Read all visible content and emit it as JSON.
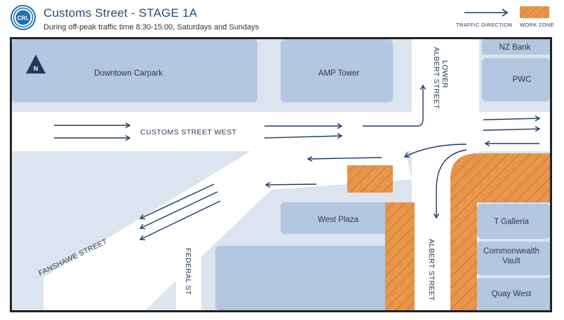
{
  "header": {
    "title": "Customs Street - STAGE 1A",
    "subtitle": "During off-peak traffic time 8:30-15:00, Saturdays and Sundays",
    "logo_text": "CRL",
    "legend": {
      "traffic_direction_label": "TRAFFIC DIRECTION",
      "work_zone_label": "WORK ZONE"
    }
  },
  "map": {
    "compass": "N",
    "buildings": {
      "downtown_carpark": "Downtown Carpark",
      "amp_tower": "AMP Tower",
      "nz_bank": "NZ Bank",
      "pwc": "PWC",
      "west_plaza": "West Plaza",
      "t_galleria": "T Galleria",
      "commonwealth_vault_line1": "Commonwealth",
      "commonwealth_vault_line2": "Vault",
      "quay_west": "Quay West"
    },
    "streets": {
      "customs_street_west": "CUSTOMS STREET WEST",
      "lower_albert_line1": "LOWER",
      "lower_albert_line2": "ALBERT STREET",
      "albert_street": "ALBERT STREET",
      "fanshawe_street": "FANSHAWE STREET",
      "federal_st": "FEDERAL ST"
    },
    "colors": {
      "building": "#b3c7e0",
      "open_area": "#dbe4ef",
      "road": "#ffffff",
      "work_zone": "#e8954a",
      "arrow": "#1f3a5f"
    }
  }
}
